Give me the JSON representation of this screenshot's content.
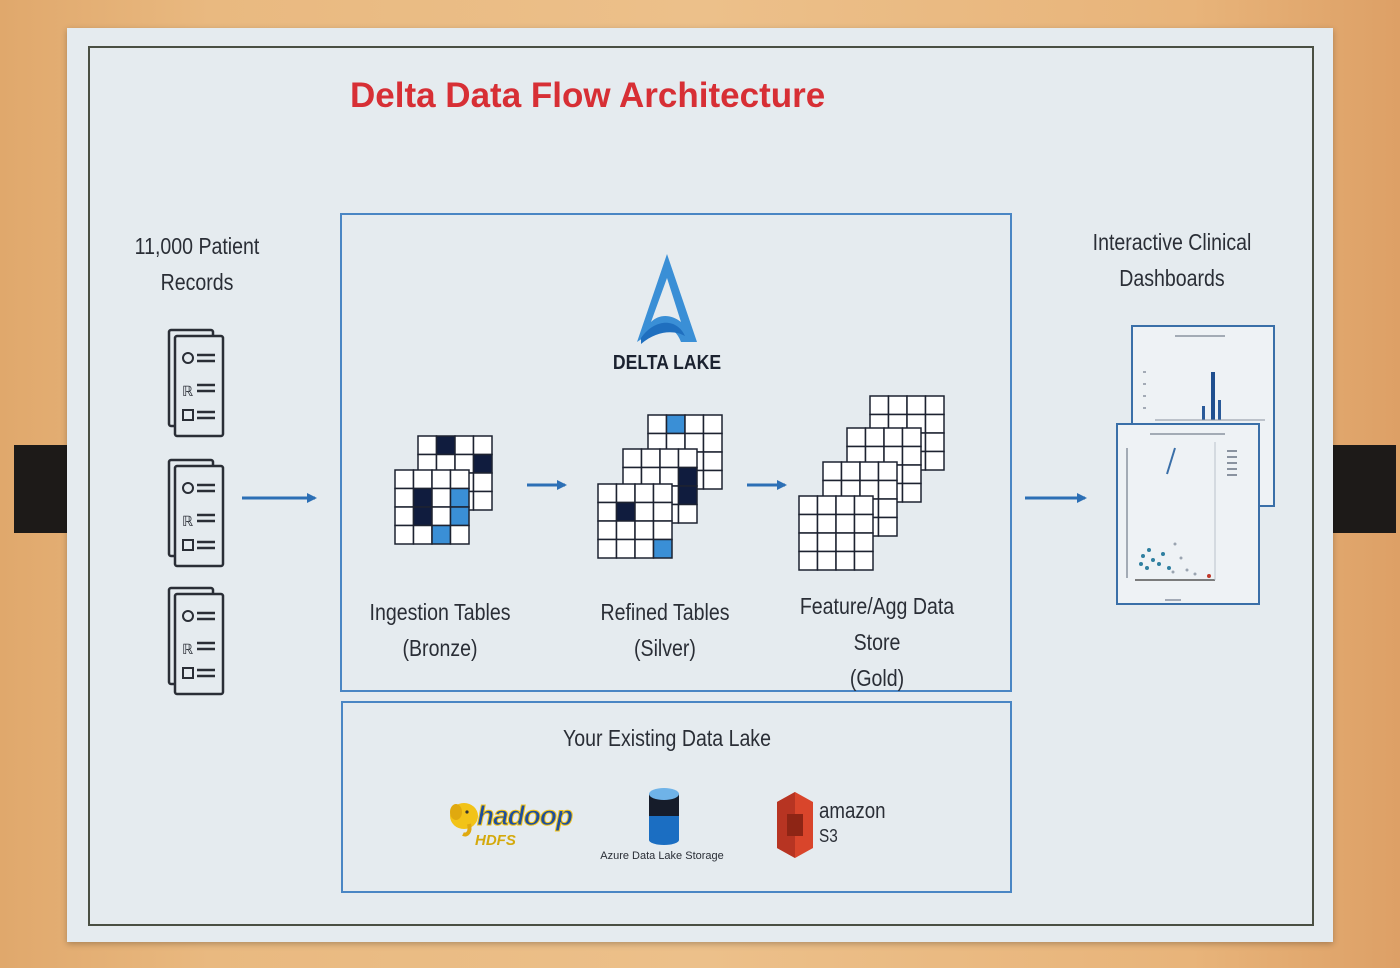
{
  "slide": {
    "title": "Delta Data Flow Architecture"
  },
  "source": {
    "label_line1": "11,000 Patient",
    "label_line2": "Records",
    "icon": "patient-record-icon"
  },
  "delta_lake": {
    "logo_text": "DELTA LAKE",
    "stages": [
      {
        "label": "Ingestion Tables",
        "sub": "(Bronze)"
      },
      {
        "label": "Refined Tables",
        "sub": "(Silver)"
      },
      {
        "label": "Feature/Agg Data Store",
        "sub": "(Gold)"
      }
    ]
  },
  "dashboards": {
    "label_line1": "Interactive Clinical",
    "label_line2": "Dashboards"
  },
  "data_lake": {
    "title": "Your Existing Data Lake",
    "hadoop_text": "hadoop",
    "hadoop_sub": "HDFS",
    "azure_caption": "Azure Data Lake Storage",
    "amazon_text": "amazon",
    "amazon_sub": "S3"
  },
  "colors": {
    "title": "#d72f35",
    "accent_blue": "#3a8fd6",
    "navy": "#101c3e",
    "box_border": "#4a86c4",
    "arrow": "#2c6fb5"
  }
}
